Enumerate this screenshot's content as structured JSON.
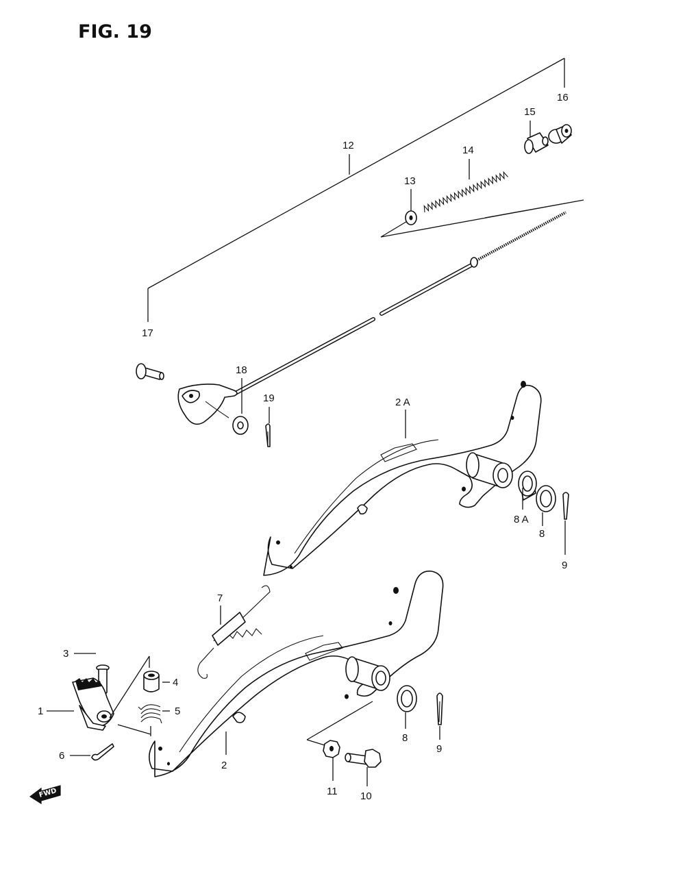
{
  "figure": {
    "title": "FIG. 19"
  },
  "fwd_label": "FWD",
  "callouts": {
    "c1": "1",
    "c2": "2",
    "c2a": "2 A",
    "c3": "3",
    "c4": "4",
    "c5": "5",
    "c6": "6",
    "c7": "7",
    "c8": "8",
    "c8b": "8",
    "c8a": "8 A",
    "c9": "9",
    "c9b": "9",
    "c10": "10",
    "c11": "11",
    "c12": "12",
    "c13": "13",
    "c14": "14",
    "c15": "15",
    "c16": "16",
    "c17": "17",
    "c18": "18",
    "c19": "19"
  }
}
